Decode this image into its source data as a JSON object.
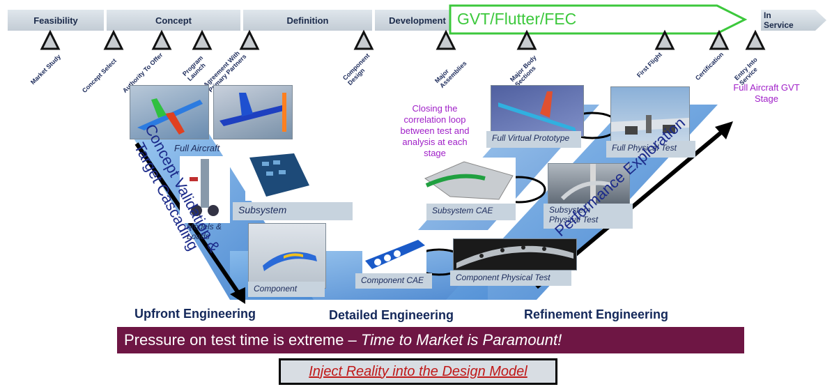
{
  "timeline": {
    "phases": [
      "Feasibility",
      "Concept",
      "Definition",
      "Development",
      "In Service"
    ],
    "banner": "GVT/Flutter/FEC",
    "milestones": [
      "Market Study",
      "Concept Select",
      "Authority To Offer",
      "Program\nLaunch",
      "Agreement With\nPrimary Partners",
      "Component\nDesign",
      "Major\nAssemblies",
      "Major Body\nSections",
      "First Flight",
      "Certification",
      "Entry Into\nService"
    ]
  },
  "captions": {
    "full_aircraft": "Full Aircraft",
    "subsystem": "Subsystem",
    "models_loads": "Models &\nLoads",
    "component": "Component",
    "component_cae": "Component CAE",
    "component_physical_test": "Component Physical Test",
    "subsystem_cae": "Subsystem CAE",
    "subsystem_physical_test": "Subsystem\nPhysical Test",
    "full_virtual_prototype": "Full Virtual Prototype",
    "full_physical_test": "Full Physical Test"
  },
  "annotations": {
    "full_gvt": "Full Aircraft GVT\nStage",
    "closing_loop": "Closing the\ncorrelation loop\nbetween test and\nanalysis at each\nstage",
    "concept_validation": "Concept Validation &\nTarget Cascading",
    "performance": "Performance Exploration"
  },
  "phase_titles": {
    "upfront": "Upfront Engineering",
    "detailed": "Detailed Engineering",
    "refinement": "Refinement Engineering"
  },
  "footer": {
    "pressure_main": "Pressure on test time is extreme – ",
    "pressure_emphasis": "Time to Market is Paramount!",
    "inject": "Inject Reality into the Design Model"
  },
  "colors": {
    "banner_green": "#3cc83c",
    "v_band": "#4a90d8",
    "pressure_bg": "#6e1644",
    "purple_text": "#a020c8"
  }
}
